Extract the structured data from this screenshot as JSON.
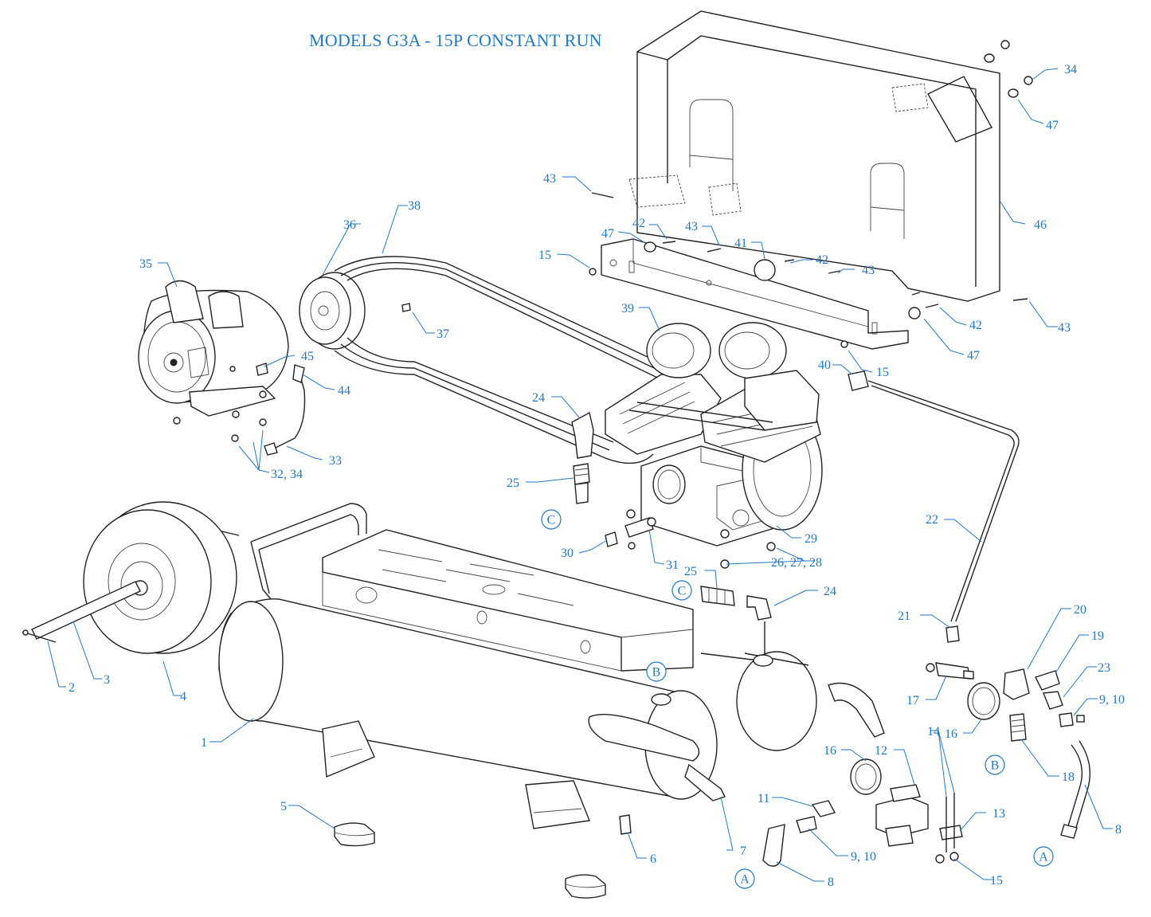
{
  "title": "MODELS G3A - 15P CONSTANT RUN",
  "colors": {
    "accent": "#1f78c8",
    "linework": "#222222"
  },
  "parts": {
    "p1": "1",
    "p2": "2",
    "p3": "3",
    "p4": "4",
    "p5": "5",
    "p6": "6",
    "p7": "7",
    "p8a": "8",
    "p8b": "8",
    "p9_10a": "9, 10",
    "p9_10b": "9, 10",
    "p11": "11",
    "p12": "12",
    "p13": "13",
    "p14": "14",
    "p15a": "15",
    "p15b": "15",
    "p15c": "15",
    "p16a": "16",
    "p16b": "16",
    "p17": "17",
    "p18": "18",
    "p19": "19",
    "p20": "20",
    "p21": "21",
    "p22": "22",
    "p23": "23",
    "p24a": "24",
    "p24b": "24",
    "p25a": "25",
    "p25b": "25",
    "p26_28": "26, 27, 28",
    "p29": "29",
    "p30": "30",
    "p31": "31",
    "p32_34": "32, 34",
    "p33": "33",
    "p34": "34",
    "p35": "35",
    "p36": "36",
    "p37": "37",
    "p38": "38",
    "p39": "39",
    "p40": "40",
    "p41": "41",
    "p42a": "42",
    "p42b": "42",
    "p42c": "42",
    "p43a": "43",
    "p43b": "43",
    "p43c": "43",
    "p43d": "43",
    "p44": "44",
    "p45": "45",
    "p46": "46",
    "p47a": "47",
    "p47b": "47",
    "p47c": "47"
  },
  "callouts": {
    "a1": "A",
    "a2": "A",
    "b1": "B",
    "b2": "B",
    "c1": "C",
    "c2": "C"
  }
}
